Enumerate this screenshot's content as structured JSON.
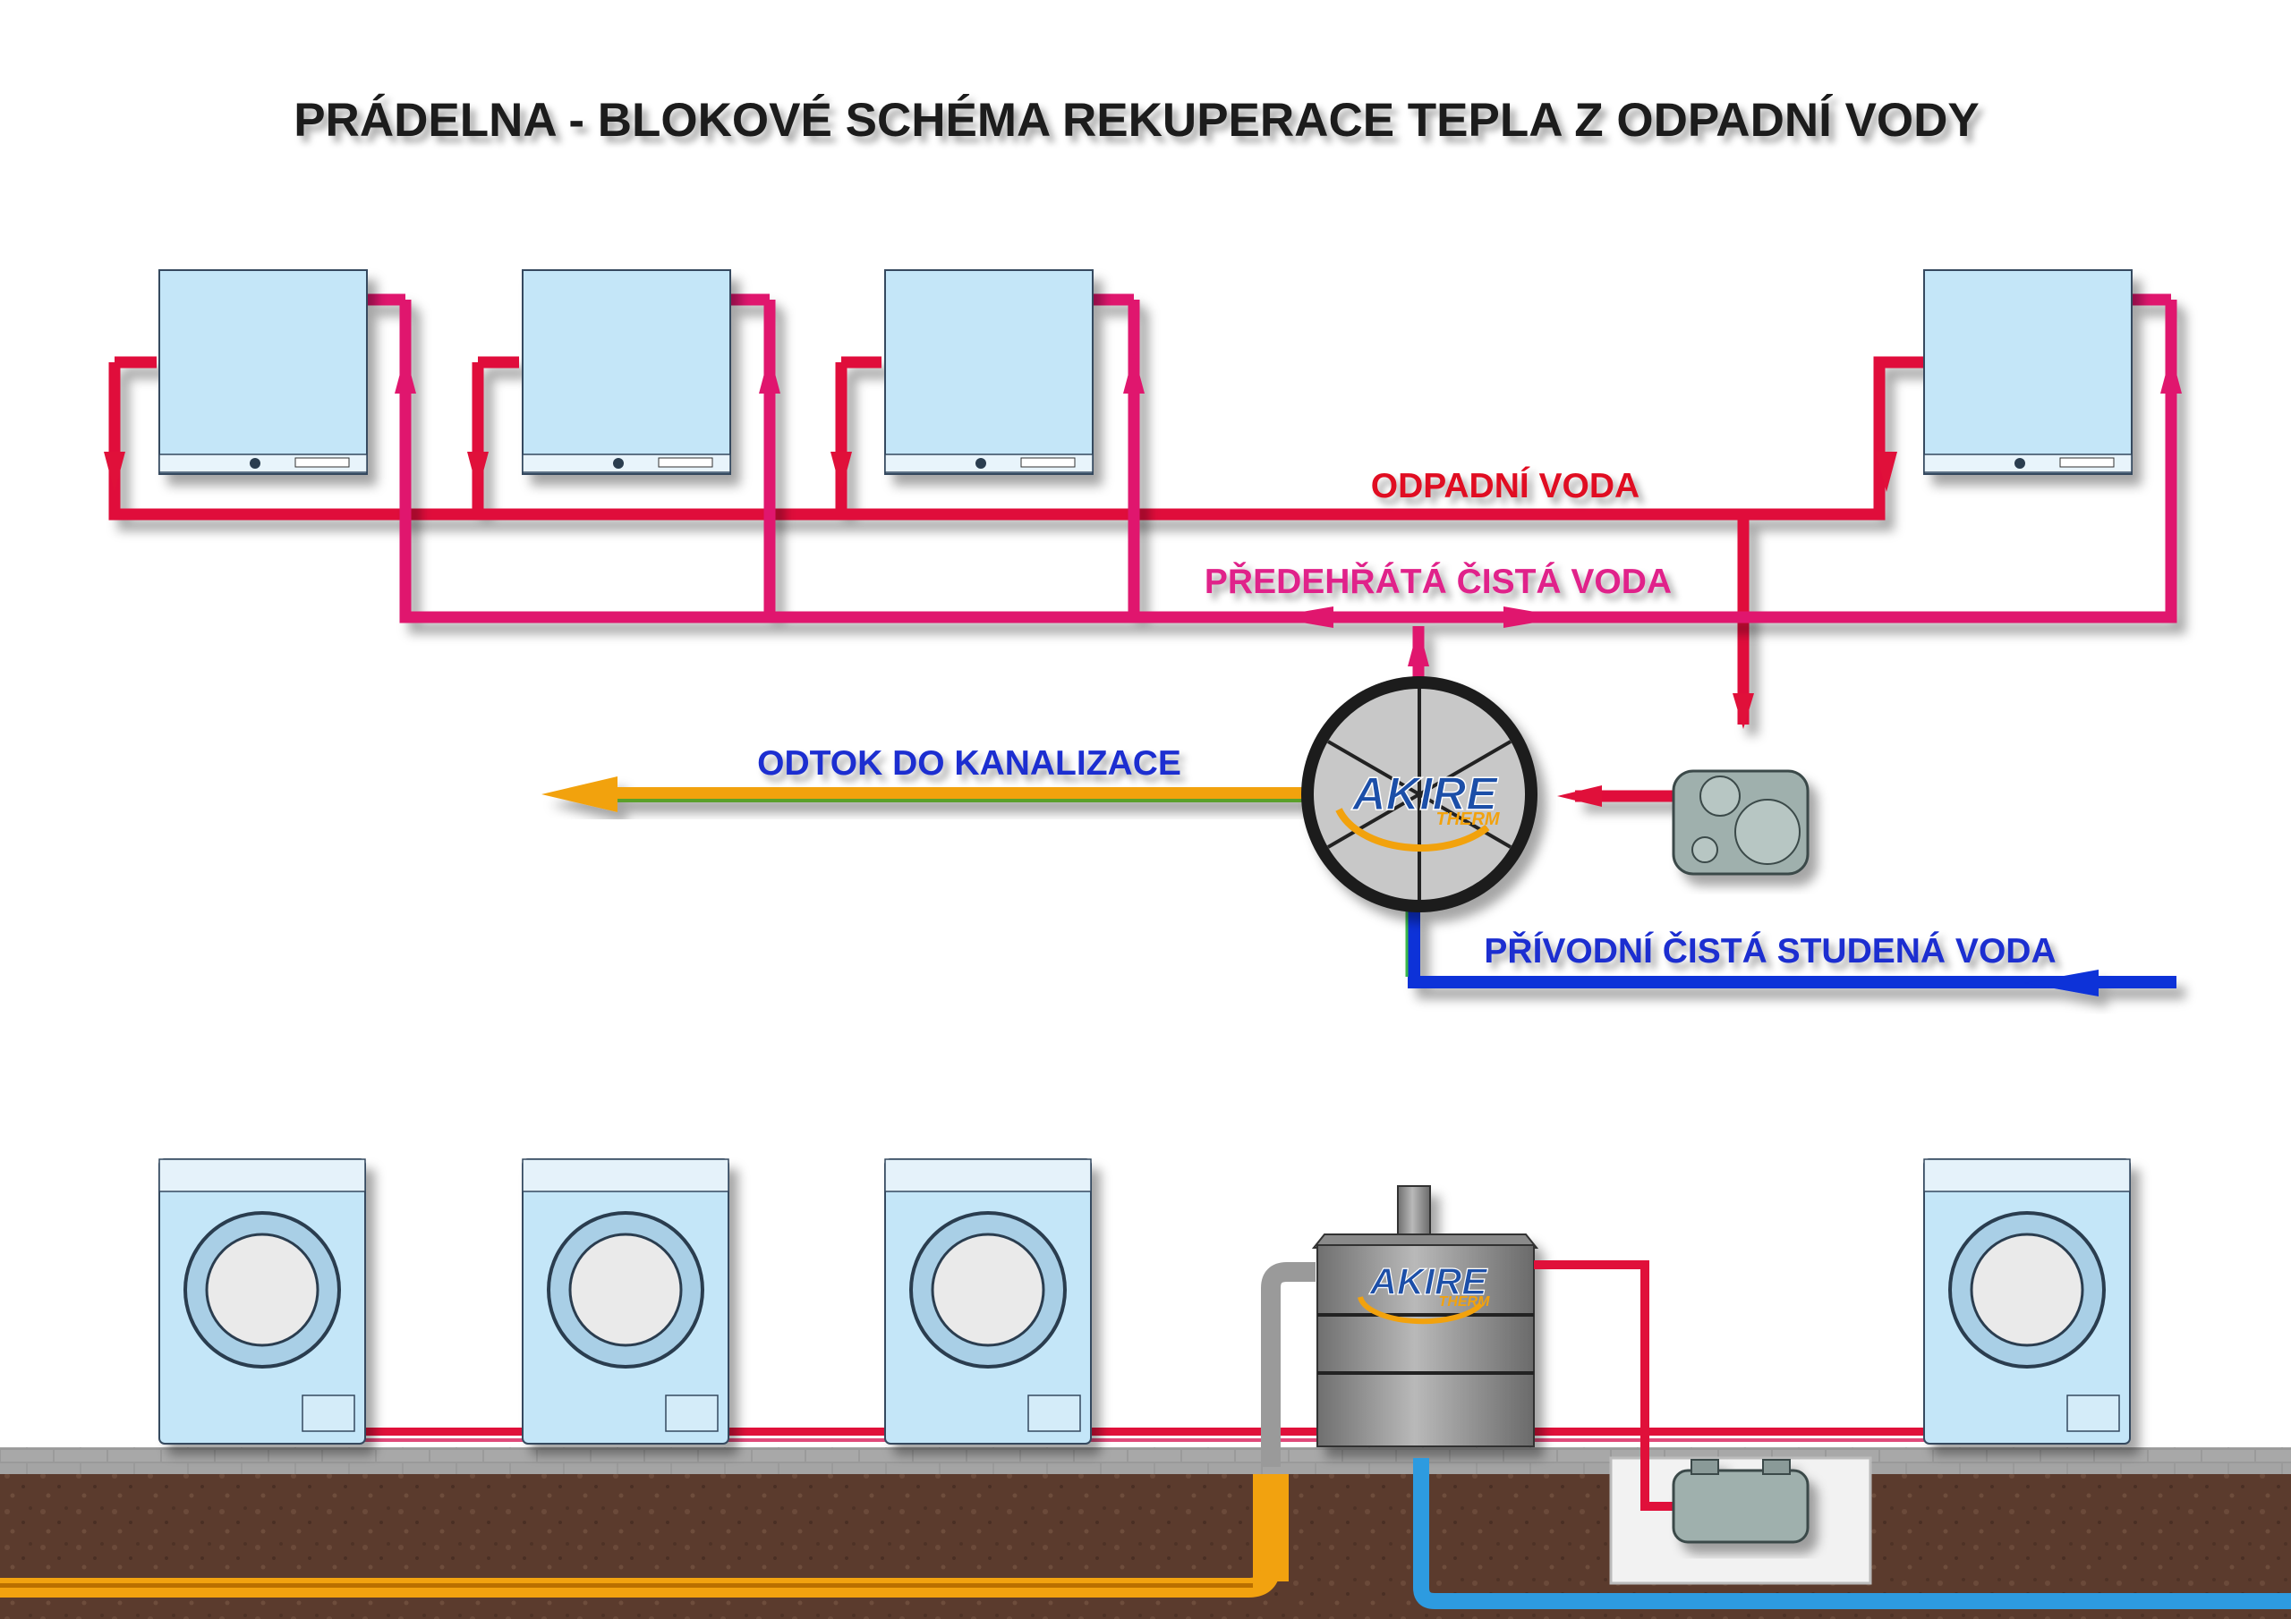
{
  "title": "PRÁDELNA - BLOKOVÉ SCHÉMA REKUPERACE TEPLA Z ODPADNÍ VODY",
  "labels": {
    "waste_water": "ODPADNÍ VODA",
    "preheated_water": "PŘEDEHŘÁTÁ ČISTÁ VODA",
    "sewer_outflow": "ODTOK DO KANALIZACE",
    "cold_supply": "PŘÍVODNÍ ČISTÁ STUDENÁ VODA"
  },
  "logo": {
    "main": "AKIRE",
    "sub": "THERM"
  },
  "colors": {
    "waste": "#e0103a",
    "preheated": "#e0166e",
    "cold": "#1030d8",
    "sewer": "#f2a20f",
    "label_waste": "#e01020",
    "label_preheated": "#e0208a",
    "label_blue": "#1a2fd0",
    "machine_body": "#c4e6f8",
    "soil": "#5a3a2c"
  }
}
